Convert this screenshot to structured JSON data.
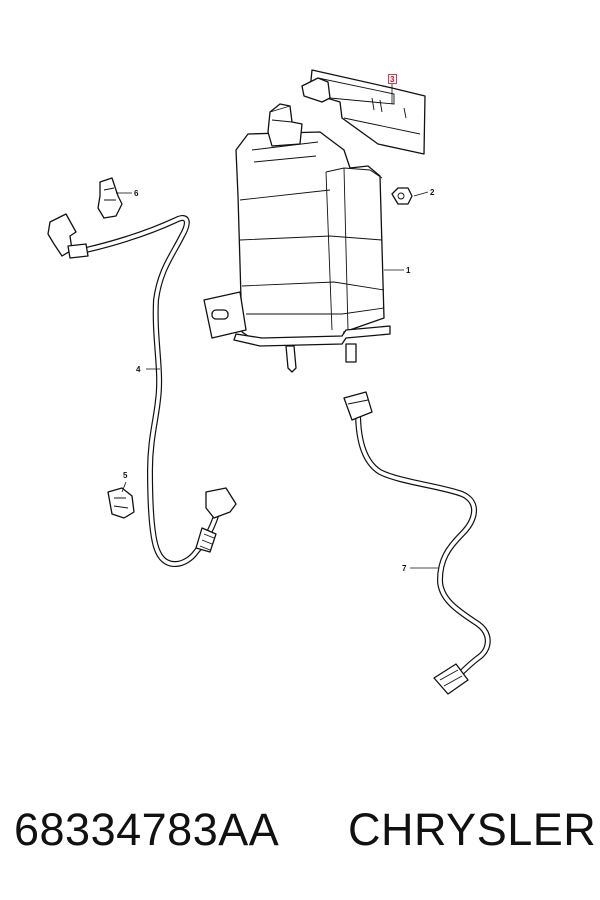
{
  "callouts": {
    "c1": "1",
    "c2": "2",
    "c3": "3",
    "c4": "4",
    "c5": "5",
    "c6": "6",
    "c7": "7"
  },
  "caption": {
    "part_number": "68334783AA",
    "brand": "CHRYSLER"
  },
  "colors": {
    "line": "#111111",
    "highlight": "#c8102e",
    "background": "#ffffff"
  }
}
